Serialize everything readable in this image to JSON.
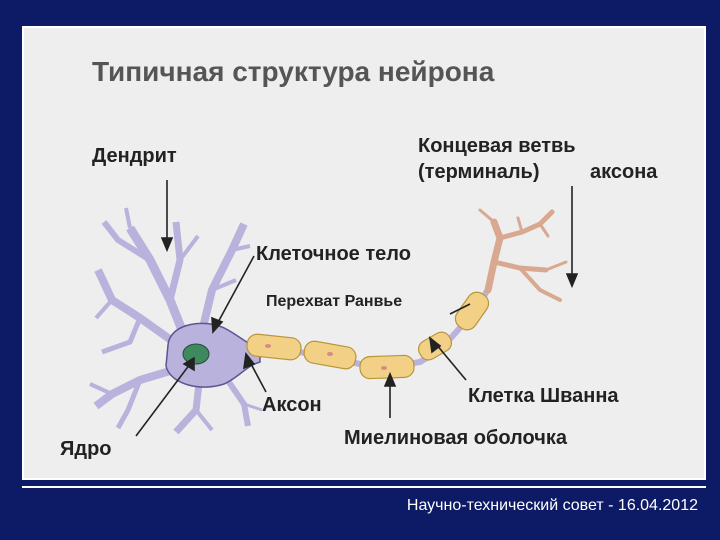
{
  "slide": {
    "title": "Типичная структура нейрона",
    "footer": "Научно-технический совет  - 16.04.2012"
  },
  "labels": {
    "dendrite": "Дендрит",
    "terminal_line1": "Концевая ветвь",
    "terminal_line2a": "(терминаль)",
    "terminal_line2b": "аксона",
    "cell_body": "Клеточное тело",
    "ranvier": "Перехват  Ранвье",
    "schwann": "Клетка Шванна",
    "axon": "Аксон",
    "nucleus": "Ядро",
    "myelin": "Миелиновая оболочка"
  },
  "colors": {
    "background": "#0d1a66",
    "panel": "#eeeeee",
    "neuron": "#b9b2dc",
    "neuron_outline": "#5a5690",
    "nucleus": "#3e8a5e",
    "myelin": "#f2d085",
    "terminal": "#d8a890"
  }
}
